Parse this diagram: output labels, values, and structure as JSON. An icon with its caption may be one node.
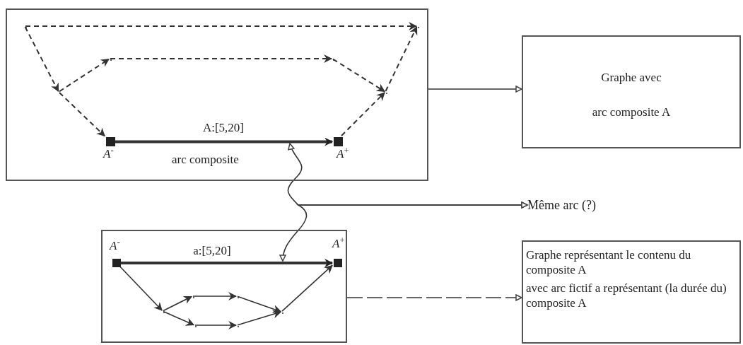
{
  "diagram": {
    "nodes": [
      {
        "text": [],
        "shape": "box"
      },
      {
        "text": [],
        "shape": "square",
        "in": 0,
        "beside": [
          "*A*$^{-}$"
        ]
      },
      {
        "text": [],
        "shape": "square",
        "in": 0,
        "beside": [
          "*A*$^{+}$"
        ]
      },
      {
        "text": [],
        "shape": "box"
      },
      {
        "text": [],
        "shape": "square",
        "in": 3,
        "beside": [
          "*A*$^{-}$"
        ]
      },
      {
        "text": [],
        "shape": "square",
        "in": 3,
        "beside": [
          "*A*$^{+}$"
        ]
      },
      {
        "text": [
          "Graphe avec",
          "arc composite A"
        ]
      },
      {
        "text": [
          "Même arc (?)"
        ]
      },
      {
        "text": [
          "Graphe représentant le contenu du composite A",
          "avec arc fictif a représentant (la durée du) composite A"
        ]
      },
      {
        "text": [],
        "shape": "point",
        "in": 0
      },
      {
        "text": [],
        "shape": "point",
        "in": 0
      },
      {
        "text": [],
        "shape": "point",
        "in": 0
      },
      {
        "text": [],
        "shape": "point",
        "in": 0
      },
      {
        "text": [],
        "shape": "point",
        "in": 0
      },
      {
        "text": [],
        "shape": "point",
        "in": 0
      },
      {
        "text": [],
        "shape": "point",
        "in": 3
      },
      {
        "text": [],
        "shape": "point",
        "in": 3
      },
      {
        "text": [],
        "shape": "point",
        "in": 3
      },
      {
        "text": [],
        "shape": "point",
        "in": 3
      },
      {
        "text": [],
        "shape": "point",
        "in": 3
      },
      {
        "text": [],
        "shape": "point",
        "in": 3
      }
    ],
    "edges": [
      {
        "from": 1,
        "to": 2,
        "arrow": "to",
        "label": "A:[5,20]",
        "style": "thick"
      },
      {
        "from": 4,
        "to": 5,
        "arrow": "to",
        "label": "a:[5,20]",
        "style": "thick"
      },
      {
        "from": 0,
        "to": 6,
        "arrow": "to"
      },
      {
        "from": null,
        "to": 7,
        "arrow": "both"
      },
      {
        "from": null,
        "to": 7,
        "arrow": "both"
      },
      {
        "from": 3,
        "to": 8,
        "arrow": "to",
        "style": "dashed"
      },
      {
        "from": 9,
        "to": 10,
        "arrow": "to",
        "style": "dashed"
      },
      {
        "from": 9,
        "to": 11,
        "arrow": "to",
        "style": "dashed"
      },
      {
        "from": 11,
        "to": 12,
        "arrow": "to",
        "style": "dashed"
      },
      {
        "from": 12,
        "to": 13,
        "arrow": "to",
        "style": "dashed"
      },
      {
        "from": 13,
        "to": 14,
        "arrow": "to",
        "style": "dashed"
      },
      {
        "from": 11,
        "to": 1,
        "arrow": "to",
        "style": "dashed"
      },
      {
        "from": 2,
        "to": 14,
        "arrow": "to",
        "style": "dashed"
      },
      {
        "from": 14,
        "to": 10,
        "arrow": "to",
        "style": "dashed"
      },
      {
        "from": 4,
        "to": 15,
        "arrow": "to"
      },
      {
        "from": 15,
        "to": 16,
        "arrow": "to"
      },
      {
        "from": 16,
        "to": 17,
        "arrow": "to"
      },
      {
        "from": 17,
        "to": 20,
        "arrow": "to"
      },
      {
        "from": 15,
        "to": 18,
        "arrow": "to"
      },
      {
        "from": 18,
        "to": 19,
        "arrow": "to"
      },
      {
        "from": 19,
        "to": 20,
        "arrow": "to"
      },
      {
        "from": 20,
        "to": 5,
        "arrow": "to"
      }
    ],
    "labels": [
      "arc composite"
    ]
  }
}
